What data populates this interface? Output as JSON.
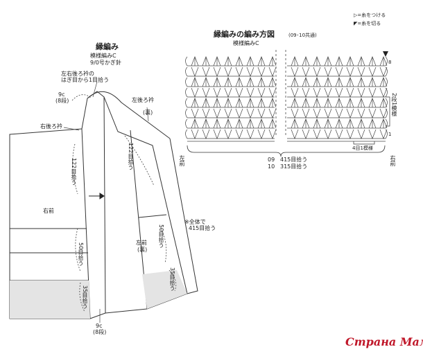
{
  "legend": {
    "attach": "=糸をつける",
    "cut": "=糸を切る"
  },
  "left": {
    "title": "縁編み",
    "pattern": "模様編みC",
    "hook": "9/0号かぎ針",
    "pickup_note_1": "左右後ろ衿の",
    "pickup_note_2": "はぎ目から1目拾う",
    "top_count_1": "9c",
    "top_count_2": "(8段)",
    "left_back_collar": "左後ろ衿",
    "right_back_collar": "右後ろ衿",
    "right_pick": "122目拾う",
    "left_pick": "122目拾う",
    "right_front": "右前",
    "right_50": "50目拾う",
    "right_35": "35目拾う",
    "left_front_1": "左前",
    "left_front_2": "(裏)",
    "left_back": "(裏)",
    "left_50": "50目拾う",
    "left_35": "35目拾う",
    "bottom_count_1": "9c",
    "bottom_count_2": "(8段)",
    "total_note_1": "※全体で",
    "total_note_2": "415目拾う"
  },
  "right": {
    "title": "縁編みの編み方図",
    "subtitle": "(09･10共通)",
    "pattern": "模様編みC",
    "row_8": "8",
    "row_1": "1",
    "repeat_label": "2段1模様",
    "stitch_repeat": "4目1模様",
    "side_left": "左前",
    "side_right": "右前",
    "size_09_no": "09",
    "size_09_val": "415目拾う",
    "size_10_no": "10",
    "size_10_val": "315目拾う"
  },
  "watermark": "Страна Мам"
}
